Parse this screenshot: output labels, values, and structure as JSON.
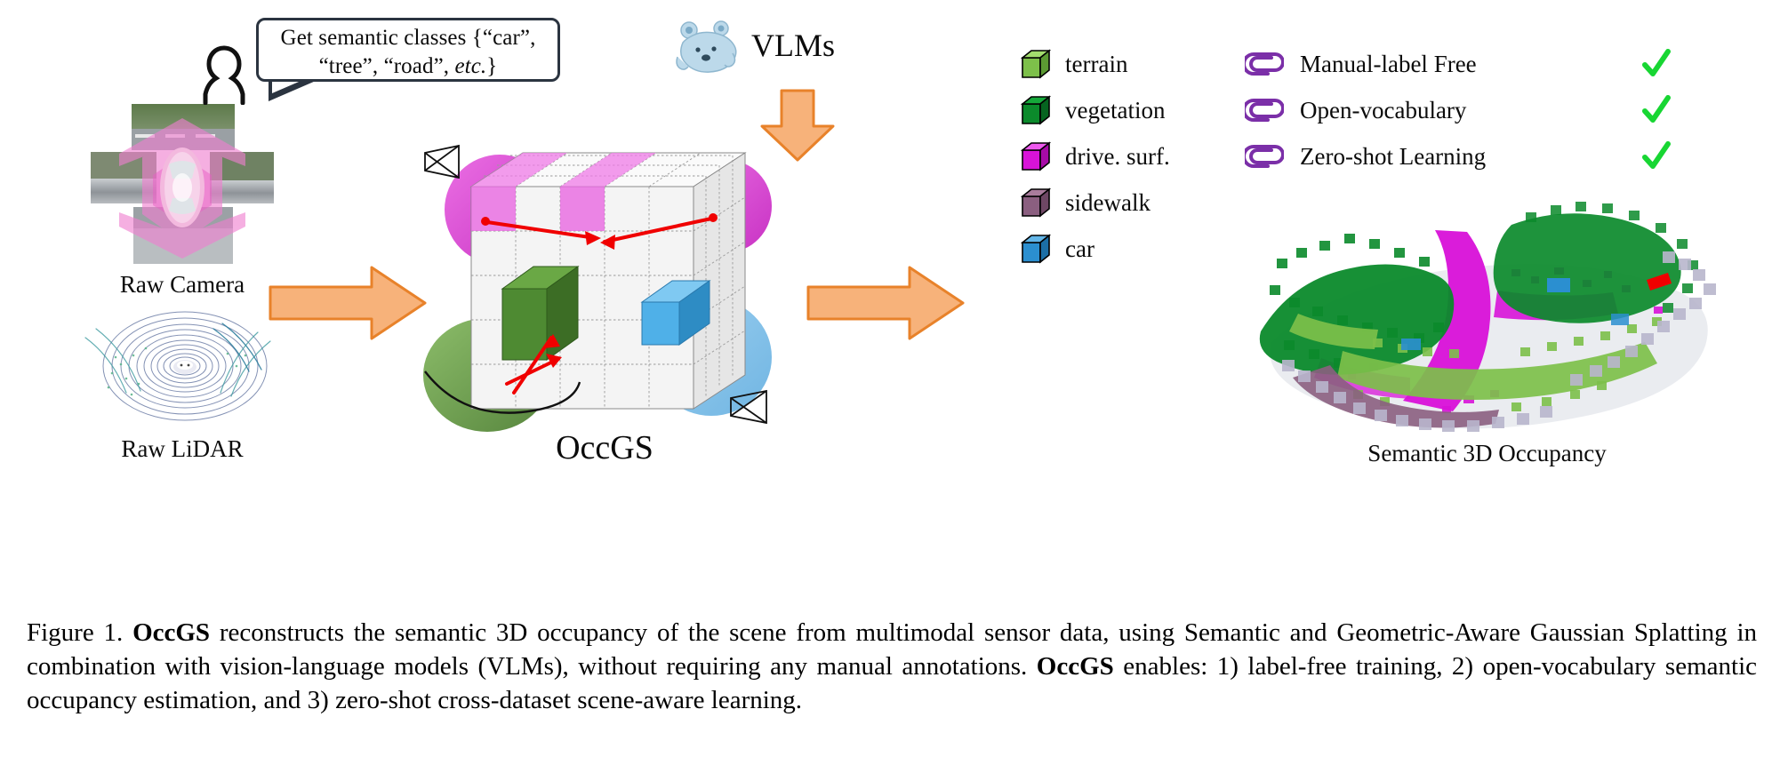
{
  "prompt": {
    "bubble_line1": "Get semantic classes {“car”,",
    "bubble_line2_a": "“tree”, “road”, ",
    "bubble_line2_b": "etc.",
    "bubble_line2_c": "}"
  },
  "inputs": {
    "camera_label": "Raw Camera",
    "lidar_label": "Raw LiDAR"
  },
  "vlm": {
    "label": "VLMs"
  },
  "model": {
    "label": "OccGS"
  },
  "legend": {
    "items": [
      {
        "label": "terrain",
        "color": "#7DC04A",
        "top": "#A3DD6E",
        "side": "#5C9A33"
      },
      {
        "label": "vegetation",
        "color": "#0B8A2B",
        "top": "#15A83A",
        "side": "#066420"
      },
      {
        "label": "drive. surf.",
        "color": "#D813D8",
        "top": "#EE5AEE",
        "side": "#A80BA8"
      },
      {
        "label": "sidewalk",
        "color": "#8B5F80",
        "top": "#A97C9C",
        "side": "#6E4764"
      },
      {
        "label": "car",
        "color": "#2B8FD0",
        "top": "#63B6E8",
        "side": "#1C6FA6"
      }
    ]
  },
  "features": {
    "accent_color": "#7B2FA8",
    "check_color": "#18D633",
    "items": [
      {
        "label": "Manual-label Free",
        "icon": "paperclip-icon",
        "check": "check-icon"
      },
      {
        "label": "Open-vocabulary",
        "icon": "paperclip-icon",
        "check": "check-icon"
      },
      {
        "label": "Zero-shot Learning",
        "icon": "paperclip-icon",
        "check": "check-icon"
      }
    ]
  },
  "output": {
    "label": "Semantic 3D Occupancy"
  },
  "caption": {
    "prefix": "Figure 1. ",
    "name1": "OccGS",
    "part1": " reconstructs the semantic 3D occupancy of the scene from multimodal sensor data, using Semantic and Geometric-Aware Gaussian Splatting in combination with vision-language models (VLMs), without requiring any manual annotations. ",
    "name2": "OccGS",
    "part2": " enables: 1) label-free training, 2) open-vocabulary semantic occupancy estimation, and 3) zero-shot cross-dataset scene-aware learning."
  },
  "colors": {
    "arrow_fill": "#F7B27A",
    "arrow_stroke": "#E8822A",
    "bubble_stroke": "#2b3440",
    "red_path": "#F00000"
  }
}
